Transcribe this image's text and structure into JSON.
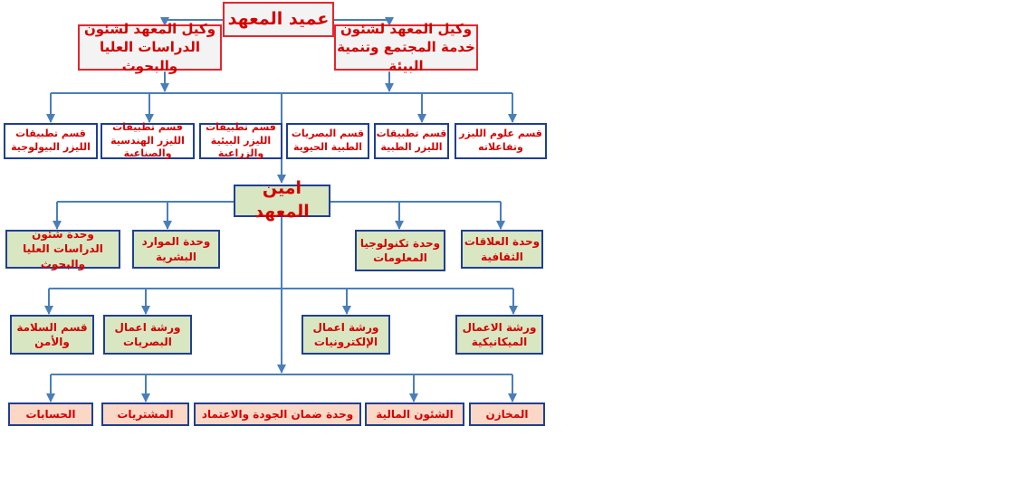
{
  "top": {
    "dean": "عميد المعهد",
    "vice_graduate": "وكيل المعهد لشئون الدراسات العليا والبحوث",
    "vice_community": "وكيل المعهد لشئون خدمة المجتمع وتنمية البيئة"
  },
  "departments": [
    "قسم علوم الليزر وتفاعلاته",
    "قسم تطبيقات الليزر الطبية",
    "قسم البصريات الطبية الحيوية",
    "قسم تطبيقات الليزر البيئية والزراعية",
    "قسم تطبيقات الليزر الهندسية والصناعية",
    "قسم تطبيقات الليزر البيولوجية"
  ],
  "secretary": "امين المعهد",
  "units": [
    "وحدة العلاقات الثقافية",
    "وحدة تكنولوجيا المعلومات",
    "وحدة الموارد البشرية",
    "وحدة شئون الدراسات العليا والبحوث"
  ],
  "workshops": [
    "ورشة الاعمال الميكانيكية",
    "ورشة اعمال الإلكترونيات",
    "ورشة اعمال البصريات",
    "قسم السلامة والأمن"
  ],
  "admin": [
    "المخازن",
    "الشئون المالية",
    "وحدة ضمان الجودة والاعتماد",
    "المشتريات",
    "الحسابات"
  ],
  "colors": {
    "text": "#d40000",
    "connector": "#4a7ebb",
    "header_border": "#e8242c",
    "box_border": "#1f3f93",
    "green_fill": "#d8e6c1",
    "pink_fill": "#fbd7c6"
  }
}
